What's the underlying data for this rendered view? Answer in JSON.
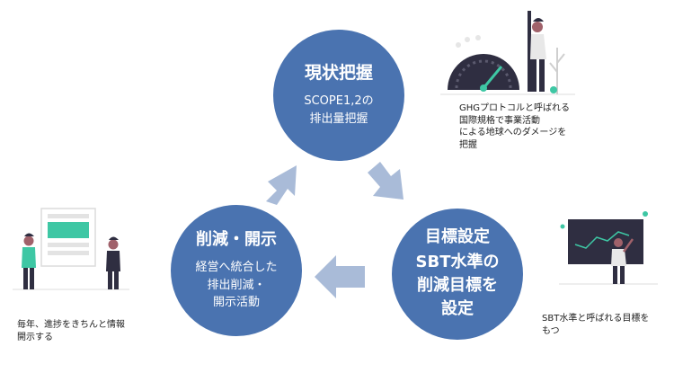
{
  "colors": {
    "circle": "#4a73b0",
    "arrow": "#a9bbd8",
    "dark": "#2f2e41",
    "accent": "#3ec7a4",
    "skin": "#a0616a"
  },
  "steps": [
    {
      "title": "現状把握",
      "subtitle": "SCOPE1,2の\n排出量把握"
    },
    {
      "title": "目標設定",
      "subtitle": "SBT水準の\n削減目標を\n設定"
    },
    {
      "title": "削減・開示",
      "subtitle": "経営へ統合した\n排出削減・\n開示活動"
    }
  ],
  "captions": {
    "top": "GHGプロトコルと呼ばれる\n国際規格で事業活動\nによる地球へのダメージを\n把握",
    "right": "SBT水準と呼ばれる目標を\nもつ",
    "left": "毎年、進捗をきちんと情報\n開示する"
  }
}
